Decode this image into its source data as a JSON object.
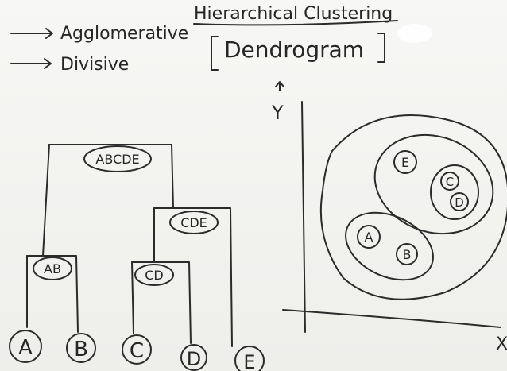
{
  "heading": {
    "title": "Hierarchical Clustering",
    "subtitle": "Dendrogram",
    "methods": [
      "Agglomerative",
      "Divisive"
    ]
  },
  "dendrogram": {
    "leaves": [
      "A",
      "B",
      "C",
      "D",
      "E"
    ],
    "merges": [
      "AB",
      "CD",
      "CDE",
      "ABCDE"
    ]
  },
  "cluster_plot": {
    "y_axis_label": "Y",
    "x_axis_label": "X",
    "points": [
      "E",
      "C",
      "D",
      "A",
      "B"
    ]
  },
  "colors": {
    "ink": "#2b2b2b",
    "board": "#f3f3f1"
  }
}
